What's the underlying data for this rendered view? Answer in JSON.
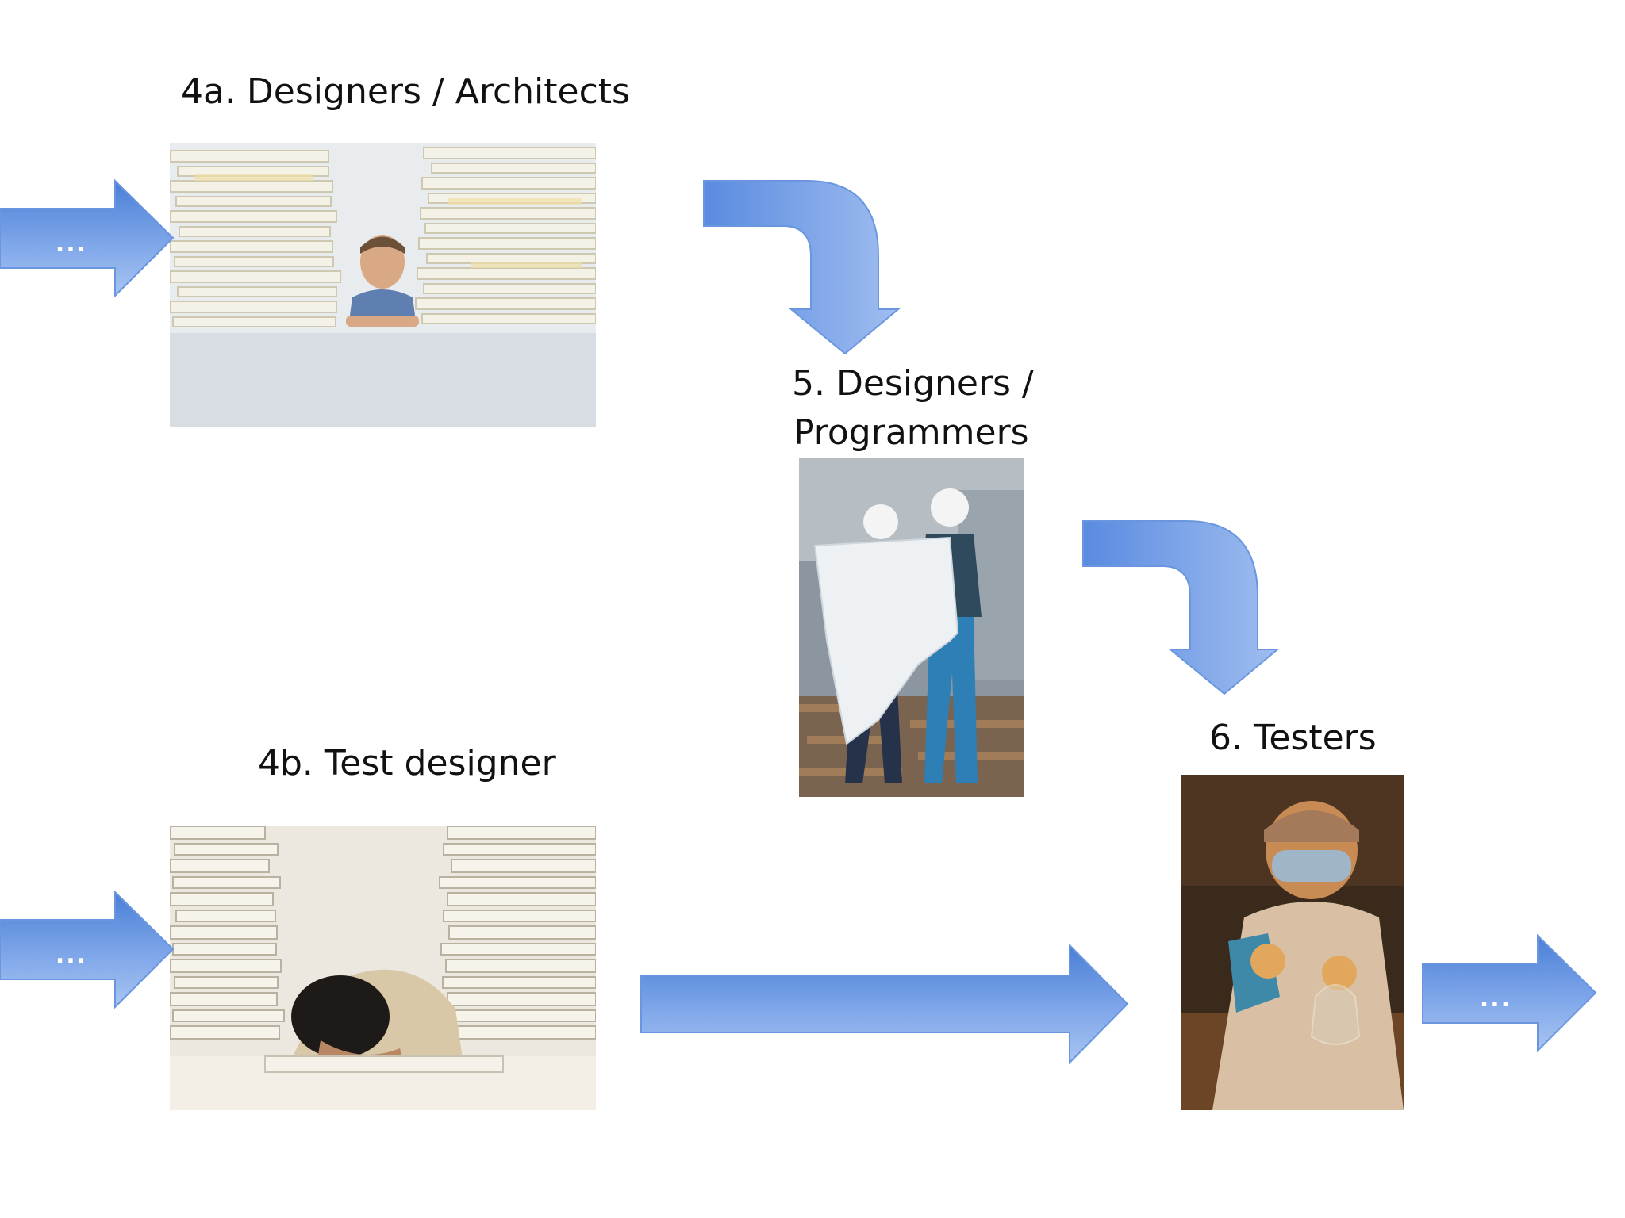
{
  "diagram": {
    "stages": {
      "s4a": {
        "title": "4a. Designers / Architects",
        "photo": "person-behind-paper-stacks-photo"
      },
      "s5": {
        "title_line1": "5. Designers /",
        "title_line2": "Programmers",
        "photo": "construction-workers-blueprint-photo"
      },
      "s4b": {
        "title": "4b. Test designer",
        "photo": "person-asleep-on-paper-stacks-photo"
      },
      "s6": {
        "title": "6. Testers",
        "photo": "lab-technician-photo"
      }
    },
    "arrows": {
      "in_4a": "...",
      "in_4b": "...",
      "out_6": "..."
    },
    "colors": {
      "arrow_light": "#9dbcf0",
      "arrow_dark": "#4a7fd6"
    }
  }
}
